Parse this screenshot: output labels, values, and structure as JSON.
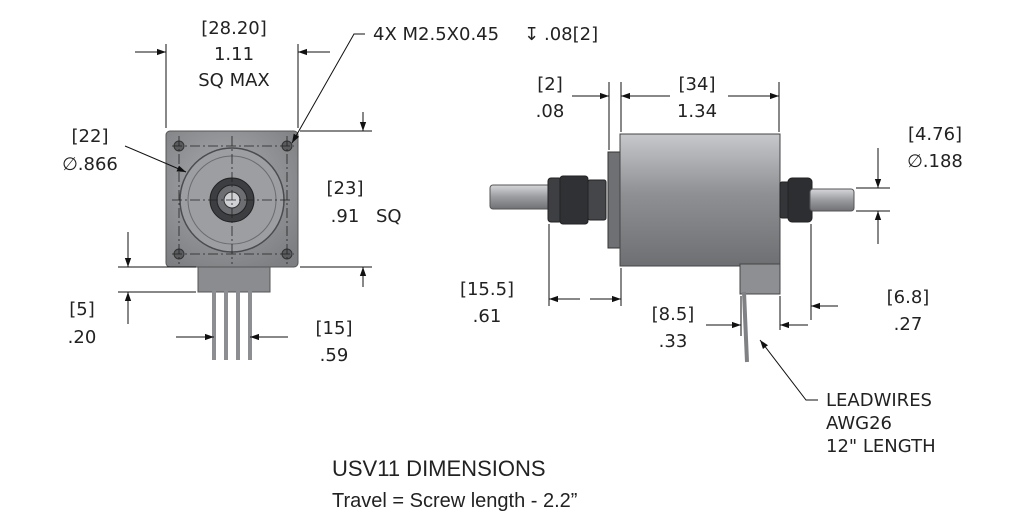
{
  "front_view": {
    "width_mm": "[28.20]",
    "width_in": "1.11",
    "width_note": "SQ MAX",
    "hole_callout": "4X M2.5X0.45",
    "hole_depth_symbol": "↧",
    "hole_depth": ".08[2]",
    "diameter_mm": "[22]",
    "diameter_in": "∅.866",
    "square_mm": "[23]",
    "square_in": ".91",
    "square_note": "SQ",
    "offset_mm": "[5]",
    "offset_in": ".20",
    "lead_mm": "[15]",
    "lead_in": ".59"
  },
  "side_view": {
    "flange_mm": "[2]",
    "flange_in": ".08",
    "body_mm": "[34]",
    "body_in": "1.34",
    "shaft_diam_mm": "[4.76]",
    "shaft_diam_in": "∅.188",
    "left_ext_mm": "[15.5]",
    "left_ext_in": ".61",
    "lead_pos_mm": "[8.5]",
    "lead_pos_in": ".33",
    "right_ext_mm": "[6.8]",
    "right_ext_in": ".27",
    "leadwires_line1": "LEADWIRES",
    "leadwires_line2": "AWG26",
    "leadwires_line3": "12\" LENGTH"
  },
  "title": "USV11 DIMENSIONS",
  "subtitle": "Travel = Screw length - 2.2”",
  "colors": {
    "body": "#8f9194",
    "body_dark": "#5c5e61",
    "body_light": "#b9bbbe",
    "shaft": "#a8aaad"
  }
}
